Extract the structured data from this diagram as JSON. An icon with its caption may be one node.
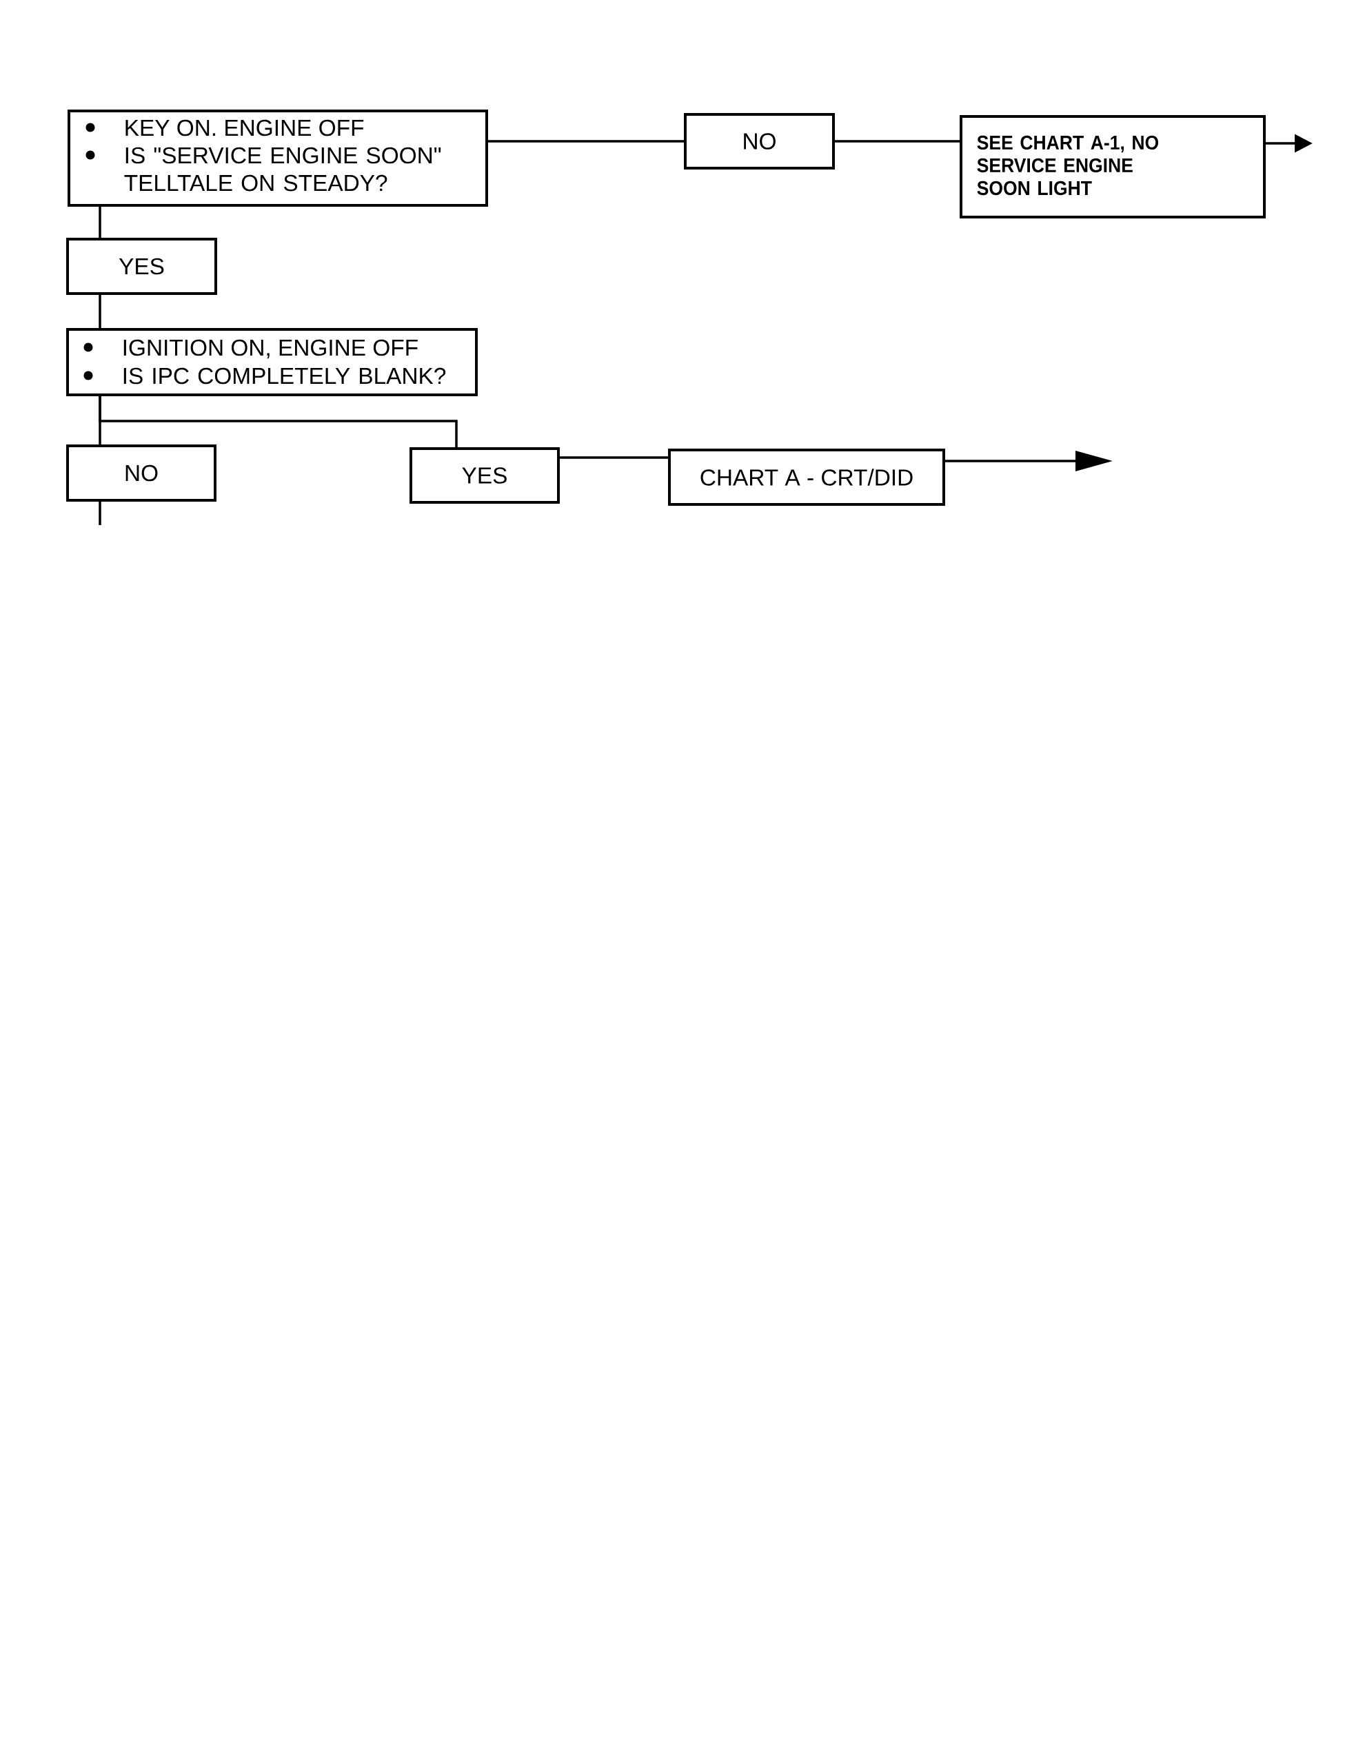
{
  "diagram": {
    "nodes": [
      {
        "text": [
          "KEY ON. ENGINE OFF",
          "IS \"SERVICE ENGINE SOON\" TELLTALE ON STEADY?"
        ]
      },
      {
        "text": [
          "NO"
        ]
      },
      {
        "text": [
          "SEE CHART A-1, NO SERVICE ENGINE SOON LIGHT"
        ]
      },
      {
        "text": [
          "YES"
        ]
      },
      {
        "text": [
          "IGNITION ON, ENGINE OFF",
          "IS IPC COMPLETELY BLANK?"
        ]
      },
      {
        "text": [
          "NO"
        ]
      },
      {
        "text": [
          "YES"
        ]
      },
      {
        "text": [
          "CHART A - CRT/DID"
        ]
      }
    ],
    "edges": [
      {
        "from": 0,
        "to": 1,
        "arrow": "none"
      },
      {
        "from": 1,
        "to": 2,
        "arrow": "none"
      },
      {
        "from": 2,
        "to": null,
        "arrow": "to"
      },
      {
        "from": 0,
        "to": 3,
        "arrow": "none"
      },
      {
        "from": 3,
        "to": 4,
        "arrow": "none"
      },
      {
        "from": 4,
        "to": 5,
        "arrow": "none"
      },
      {
        "from": 4,
        "to": 6,
        "arrow": "none"
      },
      {
        "from": 6,
        "to": 7,
        "arrow": "none"
      },
      {
        "from": 7,
        "to": null,
        "arrow": "to"
      },
      {
        "from": 5,
        "to": null,
        "arrow": "none"
      }
    ]
  }
}
